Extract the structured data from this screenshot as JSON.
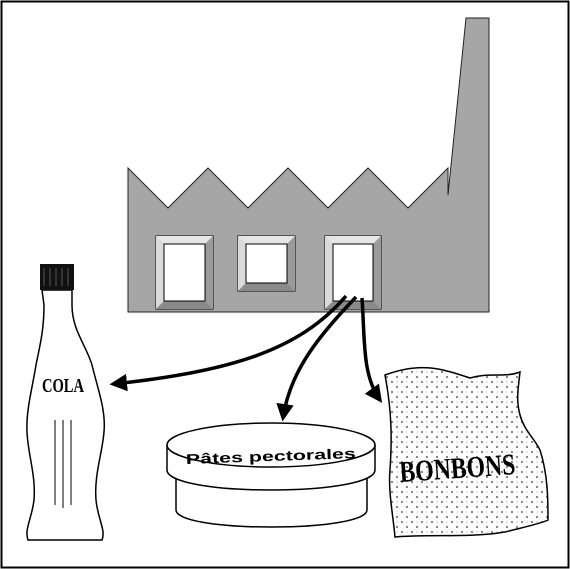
{
  "labels": {
    "cola": "COLA",
    "pates": "Pâtes pectorales",
    "bonbons": "BONBONS"
  },
  "icons": {
    "factory": "factory-icon",
    "bottle": "bottle-icon",
    "tin": "tin-icon",
    "bag": "candy-bag-icon"
  },
  "colors": {
    "factory_fill": "#a6a6a6",
    "window_bevel": "#cfcfcf",
    "bag_dots": "#7a7a7a",
    "outline": "#000000"
  }
}
